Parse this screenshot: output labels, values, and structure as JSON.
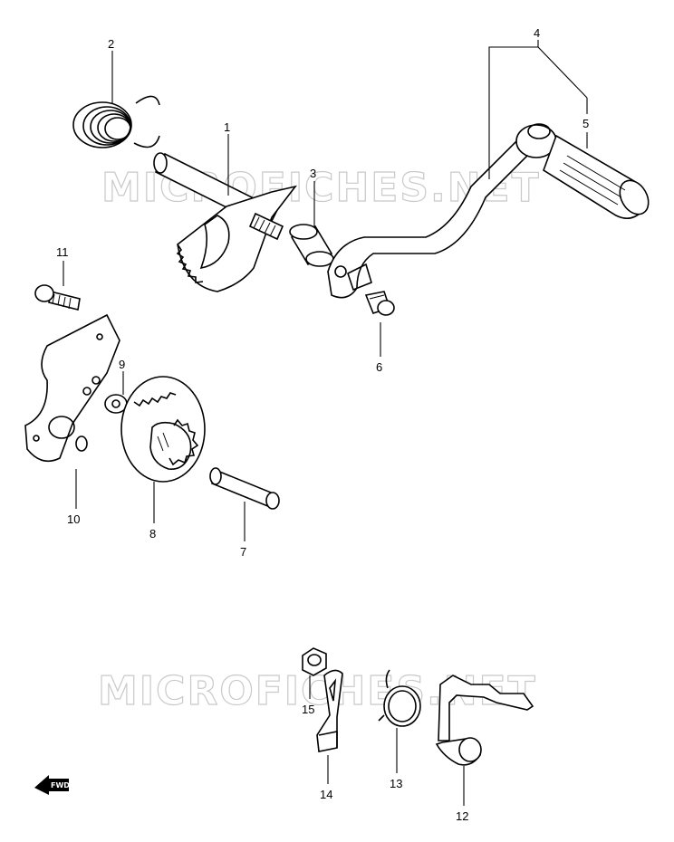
{
  "watermark": "MICROFICHES.NET",
  "direction_marker": "FWD",
  "callouts": [
    "1",
    "2",
    "3",
    "4",
    "5",
    "6",
    "7",
    "8",
    "9",
    "10",
    "11",
    "12",
    "13",
    "14",
    "15"
  ]
}
